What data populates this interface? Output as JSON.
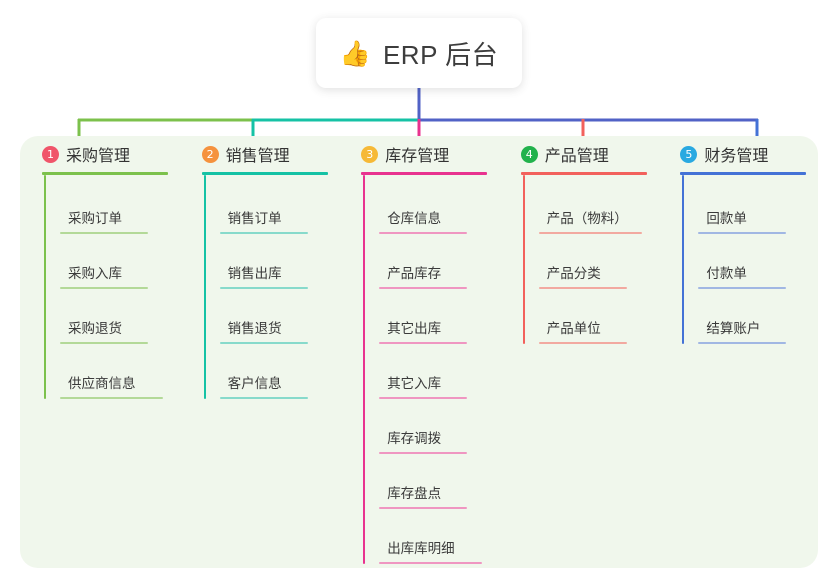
{
  "root": {
    "icon": "thumbs-up-icon",
    "emoji": "👍",
    "title": "ERP 后台"
  },
  "panel": {
    "background": "#f0f7ec"
  },
  "connector": {
    "segments": [
      {
        "name": "green-bar",
        "color": "#7cc14c"
      },
      {
        "name": "teal-bar",
        "color": "#15c2a5"
      },
      {
        "name": "blue-bar",
        "color": "#5162c6"
      }
    ],
    "stem_color": "#5162c6"
  },
  "columns": [
    {
      "index": "1",
      "title": "采购管理",
      "badge_color": "#f0556a",
      "line_color": "#7cc14c",
      "item_line_color": "#a8d38a",
      "items": [
        {
          "label": "采购订单"
        },
        {
          "label": "采购入库"
        },
        {
          "label": "采购退货"
        },
        {
          "label": "供应商信息"
        }
      ]
    },
    {
      "index": "2",
      "title": "销售管理",
      "badge_color": "#f5923e",
      "line_color": "#15c2a5",
      "item_line_color": "#74d5c5",
      "items": [
        {
          "label": "销售订单"
        },
        {
          "label": "销售出库"
        },
        {
          "label": "销售退货"
        },
        {
          "label": "客户信息"
        }
      ]
    },
    {
      "index": "3",
      "title": "库存管理",
      "badge_color": "#f6b937",
      "line_color": "#e8338f",
      "item_line_color": "#ef85ba",
      "items": [
        {
          "label": "仓库信息"
        },
        {
          "label": "产品库存"
        },
        {
          "label": "其它出库"
        },
        {
          "label": "其它入库"
        },
        {
          "label": "库存调拨"
        },
        {
          "label": "库存盘点"
        },
        {
          "label": "出库库明细"
        }
      ]
    },
    {
      "index": "4",
      "title": "产品管理",
      "badge_color": "#22b24c",
      "line_color": "#f2615c",
      "item_line_color": "#f29b93",
      "items": [
        {
          "label": "产品（物料）"
        },
        {
          "label": "产品分类"
        },
        {
          "label": "产品单位"
        }
      ]
    },
    {
      "index": "5",
      "title": "财务管理",
      "badge_color": "#29a9e1",
      "line_color": "#4472d6",
      "item_line_color": "#93abe2",
      "items": [
        {
          "label": "回款单"
        },
        {
          "label": "付款单"
        },
        {
          "label": "结算账户"
        }
      ]
    }
  ]
}
